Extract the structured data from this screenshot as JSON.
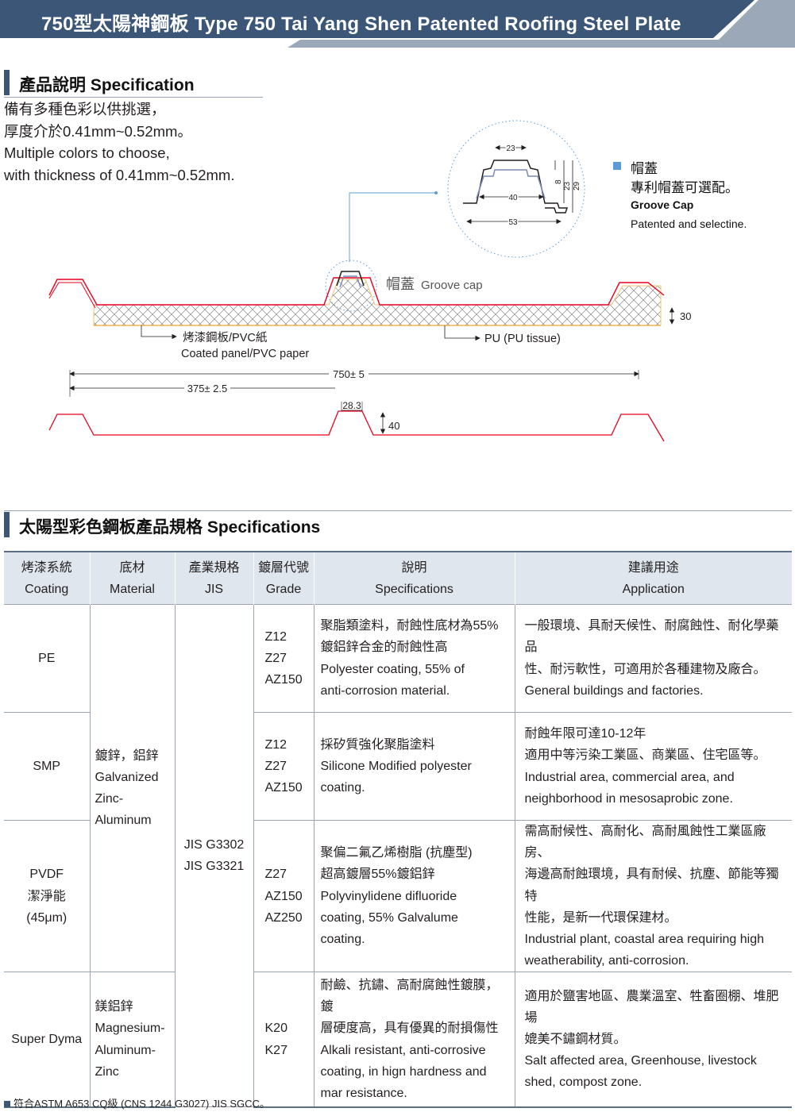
{
  "banner": {
    "title": "750型太陽神鋼板  Type 750 Tai Yang Shen Patented Roofing Steel Plate"
  },
  "section1": {
    "heading": "產品說明  Specification"
  },
  "intro": {
    "lines": [
      "備有多種色彩以供挑選，",
      "厚度介於0.41mm~0.52mm。",
      "Multiple colors to choose,",
      "with thickness of 0.41mm~0.52mm."
    ]
  },
  "groove_cap_note": {
    "title": "帽蓋",
    "subtitle": "專利帽蓋可選配。",
    "en_title": "Groove Cap",
    "en_desc": "Patented and selectine."
  },
  "diagram": {
    "cap_dims": {
      "top": "23",
      "mid": "40",
      "bottom": "53",
      "h1": "8",
      "h2": "23",
      "h3": "29"
    },
    "groove_cap_label_cn": "帽蓋",
    "groove_cap_label_en": "Groove cap",
    "thickness": "30",
    "coated_panel_cn": "烤漆鋼板/PVC紙",
    "coated_panel_en": "Coated panel/PVC paper",
    "pu_label": "PU  (PU tissue)",
    "width_total": "750± 5",
    "width_half": "375± 2.5",
    "rib_top": "28.3",
    "rib_height": "40"
  },
  "section2": {
    "heading": "太陽型彩色鋼板產品規格  Specifications"
  },
  "table": {
    "headers": [
      {
        "cn": "烤漆系統",
        "en": "Coating"
      },
      {
        "cn": "底材",
        "en": "Material"
      },
      {
        "cn": "產業規格",
        "en": "JIS"
      },
      {
        "cn": "鍍層代號",
        "en": "Grade"
      },
      {
        "cn": "說明",
        "en": "Specifications"
      },
      {
        "cn": "建議用途",
        "en": "Application"
      }
    ],
    "rows": [
      {
        "coating": [
          "PE"
        ],
        "grade": [
          "Z12",
          "Z27",
          "AZ150"
        ],
        "spec": [
          "聚脂類塗料，耐蝕性底材為55%",
          "鍍鋁鋅合金的耐蝕性高",
          "Polyester coating, 55% of",
          "anti-corrosion material."
        ],
        "app": [
          "一般環境、具耐天候性、耐腐蝕性、耐化學藥品",
          "性、耐污軟性，可適用於各種建物及廠合。",
          "General buildings and factories."
        ]
      },
      {
        "coating": [
          "SMP"
        ],
        "grade": [
          "Z12",
          "Z27",
          "AZ150"
        ],
        "spec": [
          "採矽質強化聚脂塗料",
          "Silicone Modified polyester",
          "coating."
        ],
        "app": [
          "耐蝕年限可達10-12年",
          "適用中等污染工業區、商業區、住宅區等。",
          "Industrial area, commercial area, and",
          "neighborhood in mesosaprobic zone."
        ]
      },
      {
        "coating": [
          "PVDF",
          "潔淨能",
          "(45μm)"
        ],
        "grade": [
          "Z27",
          "AZ150",
          "AZ250"
        ],
        "spec": [
          "聚偏二氟乙烯樹脂  (抗塵型)",
          "超高鍍層55%鍍鋁鋅",
          "Polyvinylidene difluoride",
          "coating, 55% Galvalume",
          "coating."
        ],
        "app": [
          "需高耐候性、高耐化、高耐風蝕性工業區廠房、",
          "海邊高耐蝕環境，具有耐候、抗塵、節能等獨特",
          "性能，是新一代環保建材。",
          "Industrial plant, coastal area requiring high",
          "weatherability, anti-corrosion."
        ]
      },
      {
        "coating": [
          "Super Dyma"
        ],
        "grade": [
          "K20",
          "K27"
        ],
        "spec": [
          "耐鹼、抗鏽、高耐腐蝕性鍍膜，鍍",
          "層硬度高，具有優異的耐損傷性",
          "Alkali resistant, anti-corrosive",
          "coating, in hign hardness and",
          "mar resistance."
        ],
        "app": [
          "適用於鹽害地區、農業溫室、牲畜圈棚、堆肥場",
          "媲美不鏽鋼材質。",
          "Salt affected area, Greenhouse, livestock",
          "shed, compost zone."
        ]
      }
    ],
    "material_1": [
      "鍍鋅，鋁鋅",
      "Galvanized",
      "Zinc-",
      "Aluminum"
    ],
    "material_2": [
      "鎂鋁鋅",
      "Magnesium-",
      "Aluminum-",
      "Zinc"
    ],
    "jis": [
      "JIS G3302",
      "JIS G3321"
    ]
  },
  "footnote": "符合ASTM A653 CQ級 (CNS 1244 G3027)  JIS SGCC。",
  "colors": {
    "banner_dark": "#3b5677",
    "banner_light": "#9aa8b8",
    "header_bg": "#dfe6ee",
    "panel_red": "#e8001c",
    "accent_blue": "#5b9bd5"
  }
}
